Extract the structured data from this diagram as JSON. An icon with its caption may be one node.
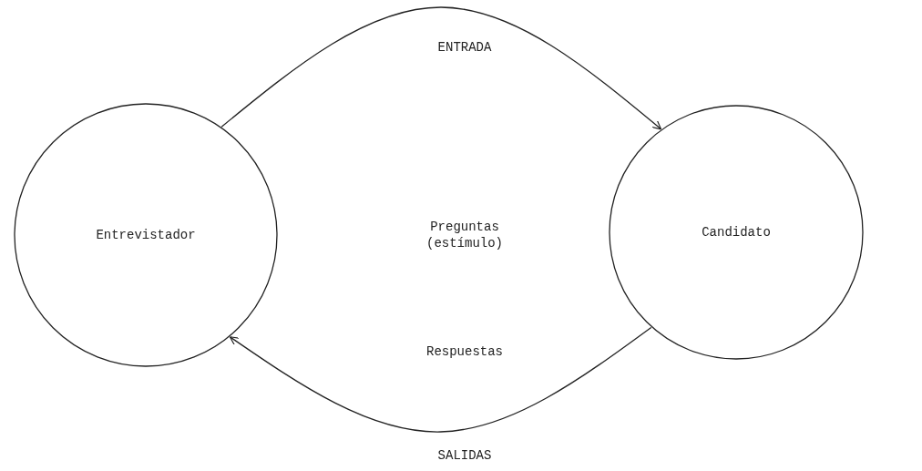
{
  "diagram": {
    "nodes": [
      {
        "text": [
          "Entrevistador"
        ]
      },
      {
        "text": [
          "Candidato"
        ]
      }
    ],
    "edges": [
      {
        "from": 0,
        "to": 1,
        "arrow": "to",
        "label": "ENTRADA"
      },
      {
        "from": 1,
        "to": 0,
        "arrow": "to",
        "label": "SALIDAS"
      }
    ],
    "labels": [
      "Preguntas (estímulo)",
      "Respuestas"
    ]
  }
}
